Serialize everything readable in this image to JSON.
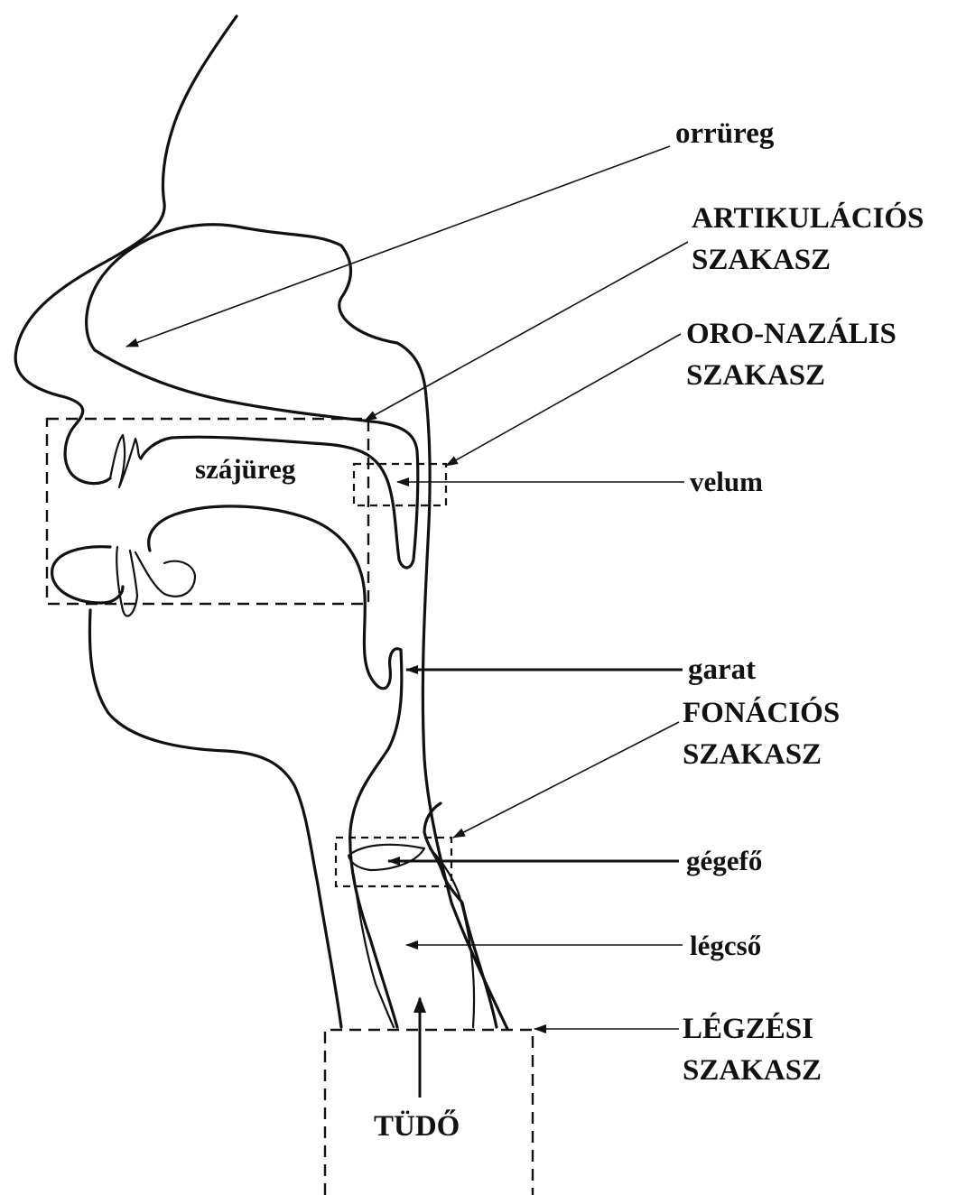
{
  "labels": {
    "orrureg": "orrüreg",
    "artikulacios_1": "ARTIKULÁCIÓS",
    "artikulacios_2": "SZAKASZ",
    "oronazalis_1": "ORO-NAZÁLIS",
    "oronazalis_2": "SZAKASZ",
    "velum": "velum",
    "szajureg": "szájüreg",
    "garat": "garat",
    "fonacios_1": "FONÁCIÓS",
    "fonacios_2": "SZAKASZ",
    "gegefo": "gégefő",
    "legcso": "légcső",
    "legzesi_1": "LÉGZÉSI",
    "legzesi_2": "SZAKASZ",
    "tudo": "TÜDŐ"
  },
  "colors": {
    "ink": "#111111",
    "background": "#ffffff"
  }
}
